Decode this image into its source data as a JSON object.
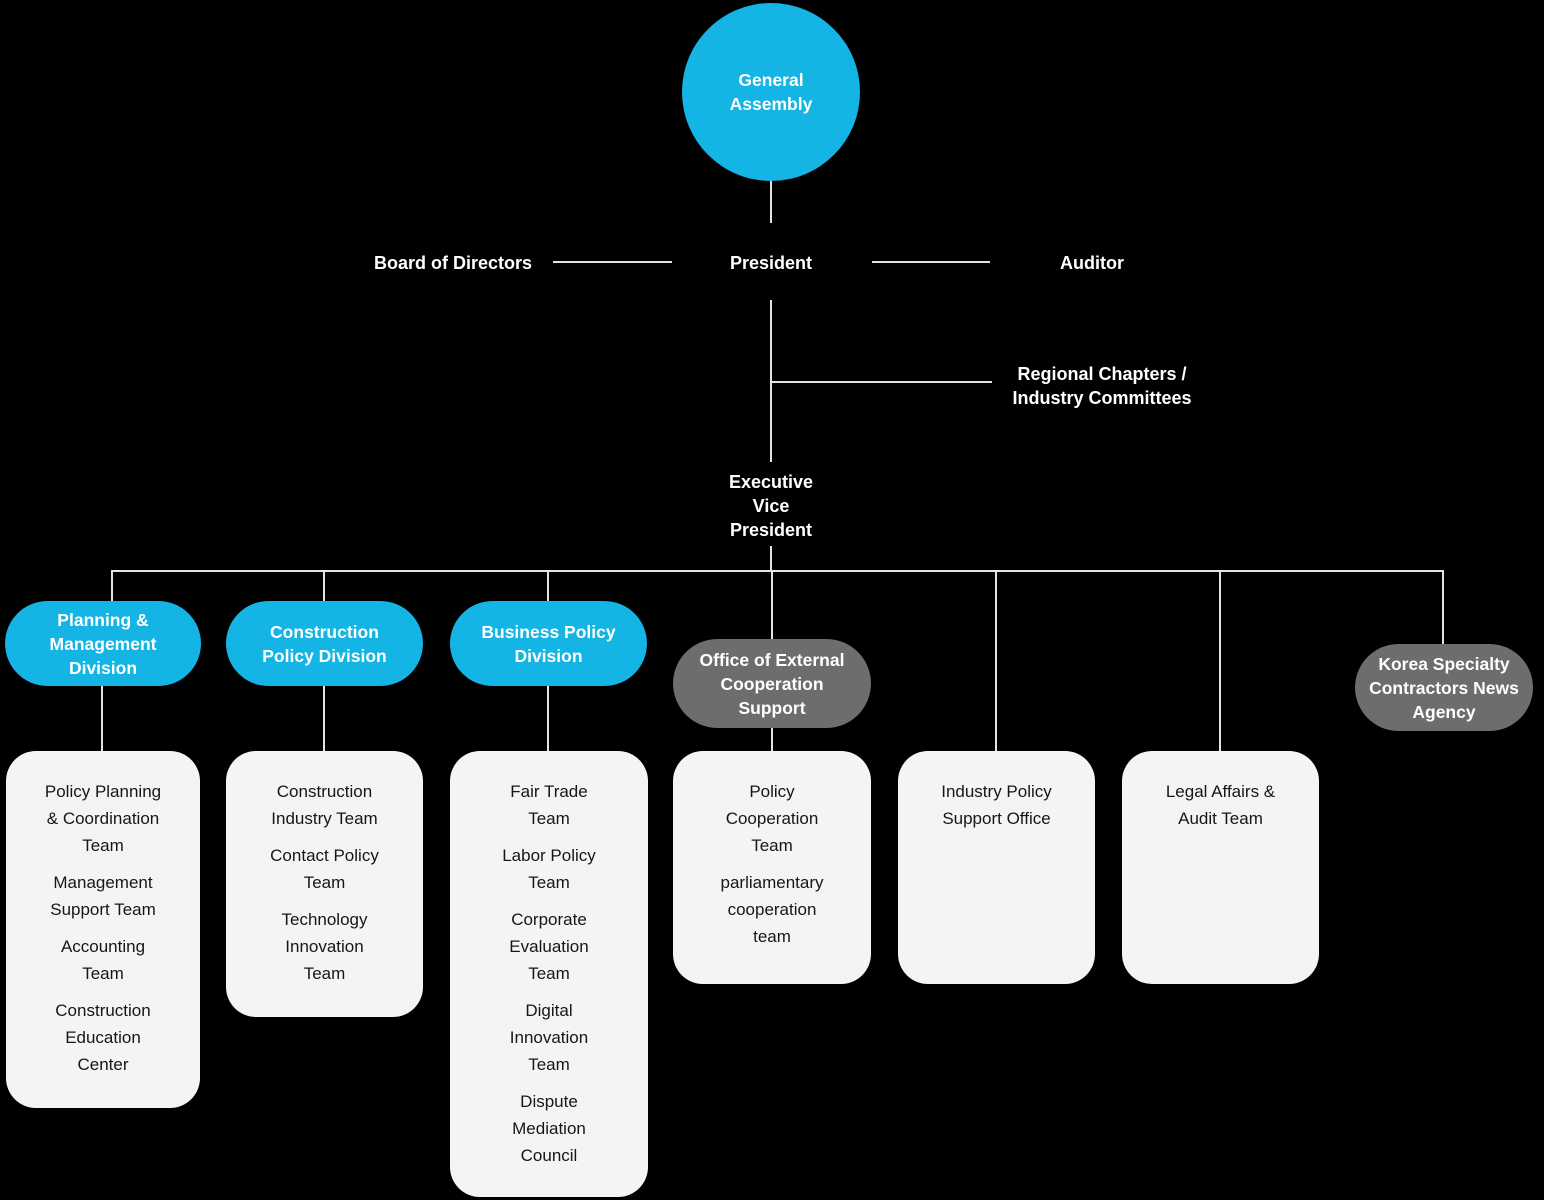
{
  "title": "Organizational Chart",
  "colors": {
    "background": "#000000",
    "accent_cyan": "#14b4e4",
    "pill_gray": "#6d6d6d",
    "card_background": "#f4f4f4",
    "connector_line": "#e3e3e3",
    "text_light": "#ffffff",
    "text_dark": "#161616"
  },
  "nodes": {
    "general_assembly": "General\nAssembly",
    "president": "President",
    "board_of_directors": "Board of Directors",
    "auditor": "Auditor",
    "regional_chapters": "Regional Chapters /\nIndustry Committees",
    "executive_vice_president": "Executive\nVice\nPresident"
  },
  "columns": [
    {
      "pill": {
        "label": "Planning &\nManagement\nDivision",
        "style": "cyan"
      },
      "card": {
        "items": [
          "Policy Planning\n& Coordination\nTeam",
          "Management\nSupport Team",
          "Accounting\nTeam",
          "Construction\nEducation\nCenter"
        ]
      }
    },
    {
      "pill": {
        "label": "Construction\nPolicy Division",
        "style": "cyan"
      },
      "card": {
        "items": [
          "Construction\nIndustry Team",
          "Contact Policy\nTeam",
          "Technology\nInnovation\nTeam"
        ]
      }
    },
    {
      "pill": {
        "label": "Business Policy\nDivision",
        "style": "cyan"
      },
      "card": {
        "items": [
          "Fair Trade\nTeam",
          "Labor Policy\nTeam",
          "Corporate\nEvaluation\nTeam",
          "Digital\nInnovation\nTeam",
          "Dispute\nMediation\nCouncil"
        ]
      }
    },
    {
      "pill": {
        "label": "Office of External\nCooperation\nSupport",
        "style": "gray"
      },
      "card": {
        "items": [
          "Policy\nCooperation\nTeam",
          "parliamentary\ncooperation\nteam"
        ]
      }
    },
    {
      "card": {
        "items": [
          "Industry Policy\nSupport Office"
        ]
      }
    },
    {
      "card": {
        "items": [
          "Legal Affairs &\nAudit Team"
        ]
      }
    },
    {
      "pill": {
        "label": "Korea Specialty\nContractors News\nAgency",
        "style": "gray"
      }
    }
  ]
}
